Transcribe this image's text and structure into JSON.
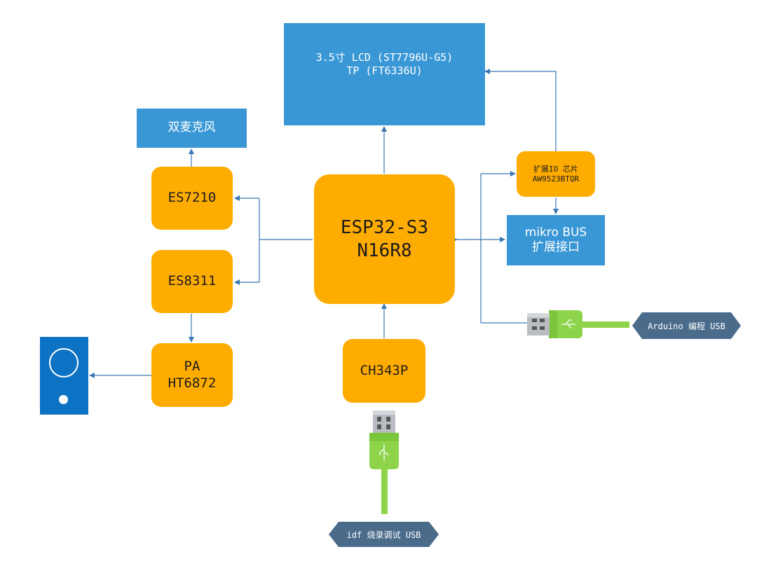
{
  "colors": {
    "blue_block": "#3a97d6",
    "orange_block": "#ffac00",
    "wire": "#3a78b5",
    "usb_cable": "#8dd44b",
    "label_pill": "#4a6b8a"
  },
  "blocks": {
    "lcd": {
      "line1": "3.5寸 LCD (ST7796U-G5)",
      "line2": "TP (FT6336U)"
    },
    "mic": {
      "label": "双麦克风"
    },
    "es7210": {
      "label": "ES7210"
    },
    "es8311": {
      "label": "ES8311"
    },
    "pa": {
      "line1": "PA",
      "line2": "HT6872"
    },
    "esp32": {
      "line1": "ESP32-S3",
      "line2": "N16R8"
    },
    "ch343p": {
      "label": "CH343P"
    },
    "io_expander": {
      "line1": "扩展IO 芯片",
      "line2": "AW9523BTQR"
    },
    "mikrobus": {
      "line1": "mikro BUS",
      "line2": "扩展接口"
    }
  },
  "labels": {
    "arduino_usb": "Arduino 编程 USB",
    "idf_usb": "idf 烧录调试 USB"
  },
  "icons": {
    "speaker": "speaker-icon",
    "usb_right": "usb-plug-icon",
    "usb_bottom": "usb-plug-icon"
  }
}
